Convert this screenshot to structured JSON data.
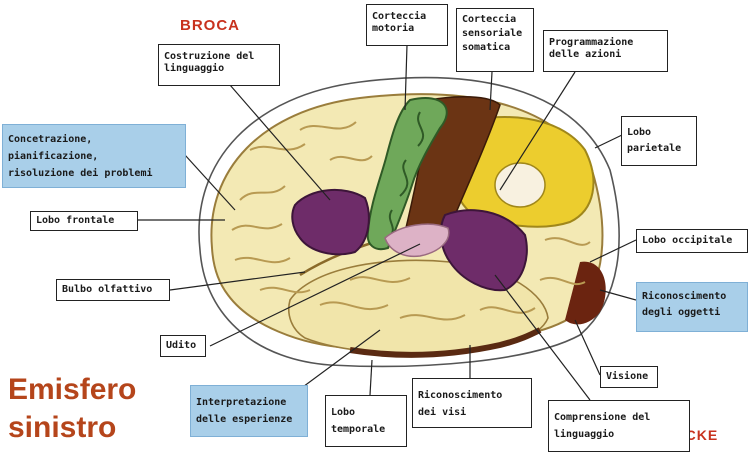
{
  "title": {
    "line1": "Emisfero",
    "line2": "sinistro"
  },
  "areas": {
    "broca": "BROCA",
    "wernicke": "WERNICKE"
  },
  "labels": {
    "costruzione": "Costruzione del\nlinguaggio",
    "corteccia_motoria": "Corteccia\nmotoria",
    "corteccia_sensoriale": "Corteccia\nsensoriale\nsomatica",
    "programmazione": "Programmazione\ndelle azioni",
    "concentrazione": "Concetrazione,\npianificazione,\nrisoluzione dei problemi",
    "lobo_frontale": "Lobo frontale",
    "lobo_parietale": "Lobo\nparietale",
    "lobo_occipitale": "Lobo occipitale",
    "bulbo_olfattivo": "Bulbo olfattivo",
    "riconoscimento_oggetti": "Riconoscimento\ndegli oggetti",
    "udito": "Udito",
    "interpretazione": "Interpretazione\ndelle esperienze",
    "lobo_temporale": "Lobo\ntemporale",
    "riconoscimento_visi": "Riconoscimento\ndei visi",
    "visione": "Visione",
    "comprensione": "Comprensione del\nlinguaggio"
  },
  "colors": {
    "brain": "#f3e9b4",
    "fold": "#b89a52",
    "motor": "#6fa85a",
    "sensory": "#6b3414",
    "yellow": "#eccd2e",
    "purple": "#6e2c69",
    "pink": "#ddb2c6",
    "label_blue": "#a9cfe9",
    "title_red": "#b5451b"
  }
}
